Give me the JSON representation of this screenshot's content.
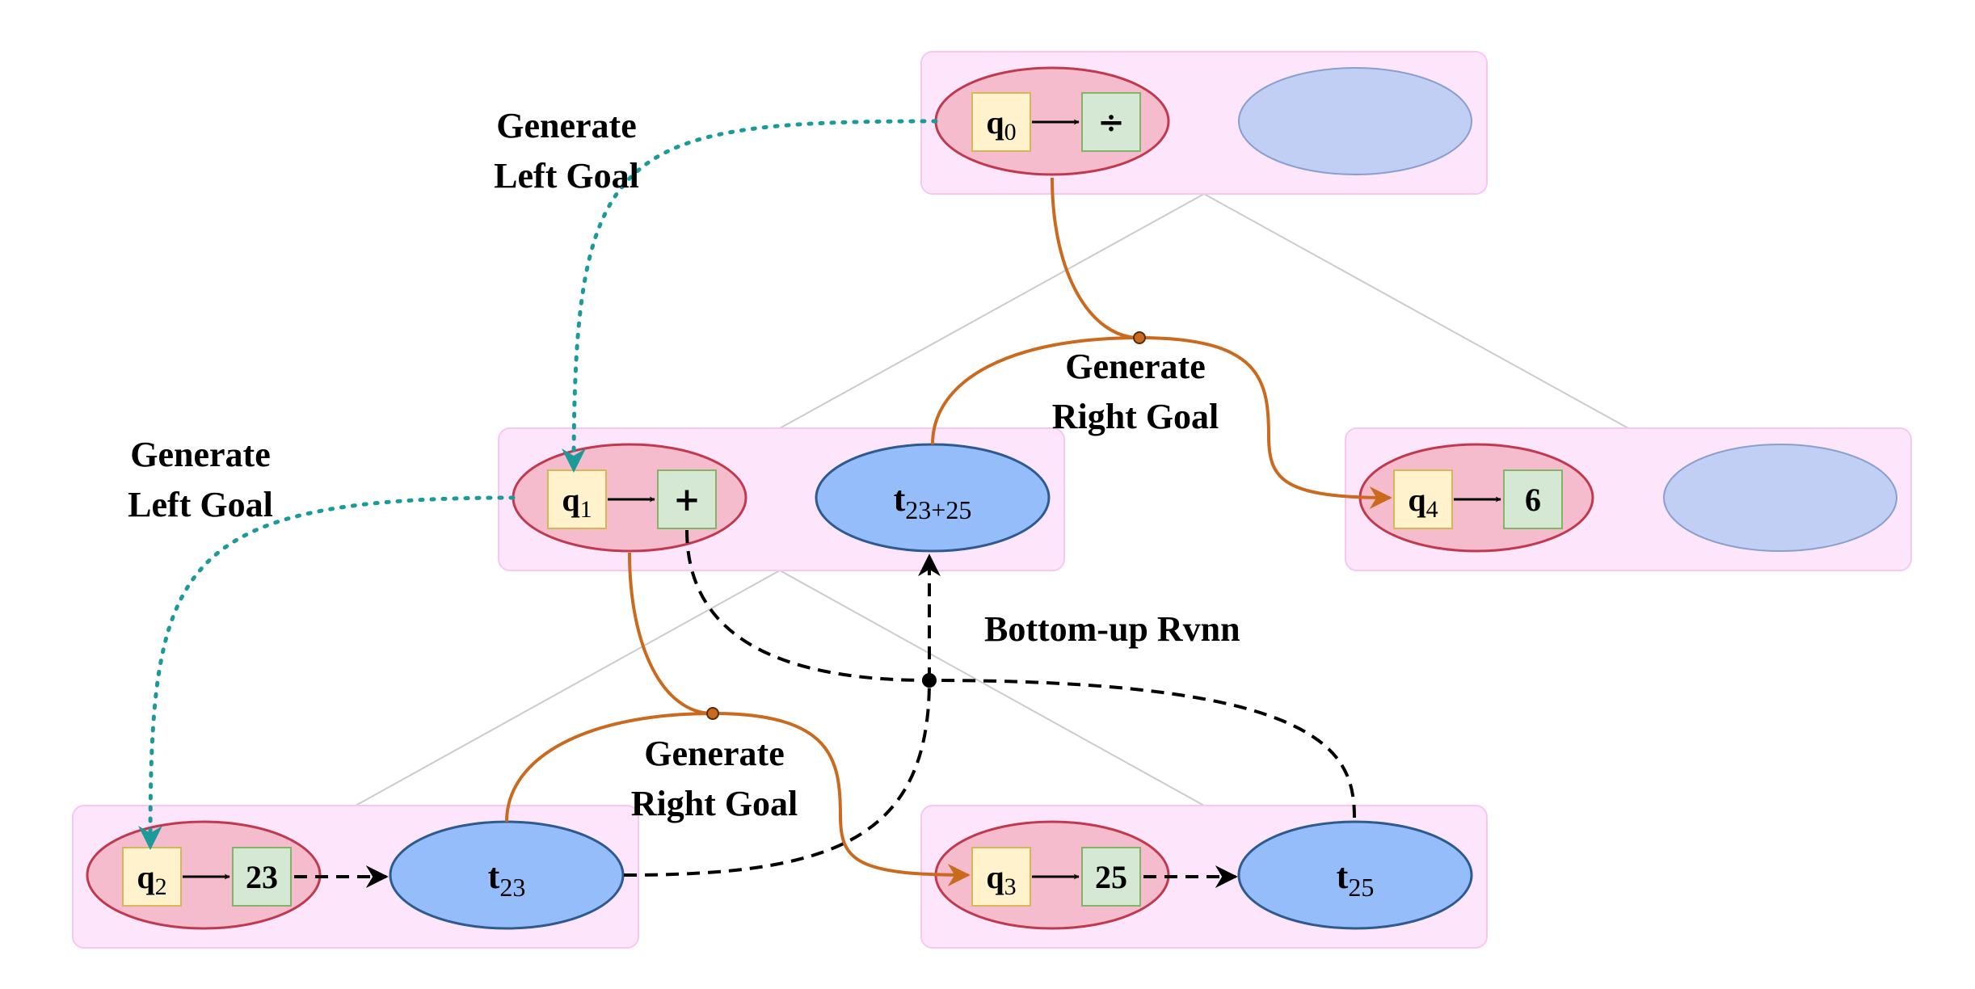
{
  "nodes": {
    "root": {
      "q": "q",
      "q_sub": "0",
      "op": "÷"
    },
    "mid": {
      "q": "q",
      "q_sub": "1",
      "op": "+",
      "t": "t",
      "t_sub": "23+25"
    },
    "right": {
      "q": "q",
      "q_sub": "4",
      "op": "6"
    },
    "bl": {
      "q": "q",
      "q_sub": "2",
      "op": "23",
      "t": "t",
      "t_sub": "23"
    },
    "br": {
      "q": "q",
      "q_sub": "3",
      "op": "25",
      "t": "t",
      "t_sub": "25"
    }
  },
  "labels": {
    "gen_left_top_1": "Generate",
    "gen_left_top_2": "Left Goal",
    "gen_left_mid_1": "Generate",
    "gen_left_mid_2": "Left Goal",
    "gen_right_top_1": "Generate",
    "gen_right_top_2": "Right Goal",
    "gen_right_bot_1": "Generate",
    "gen_right_bot_2": "Right Goal",
    "bottom_up": "Bottom-up Rvnn"
  },
  "colors": {
    "panel_fill": "#fde6fb",
    "panel_stroke": "#f6c8ef",
    "goal_fill": "#f5bccd",
    "goal_stroke": "#c0394f",
    "token_fill": "#94bdf9",
    "token_stroke": "#2e5a8f",
    "token_empty_fill": "#c2cff4",
    "token_empty_stroke": "#8a9ed0",
    "q_box_fill": "#fff2cc",
    "q_box_stroke": "#d6b656",
    "op_box_fill": "#d5e8d4",
    "op_box_stroke": "#82b366",
    "left_goal_arrow": "#1b9a9a",
    "right_goal_arrow": "#c96a1f",
    "tree_line": "#cccccc"
  }
}
